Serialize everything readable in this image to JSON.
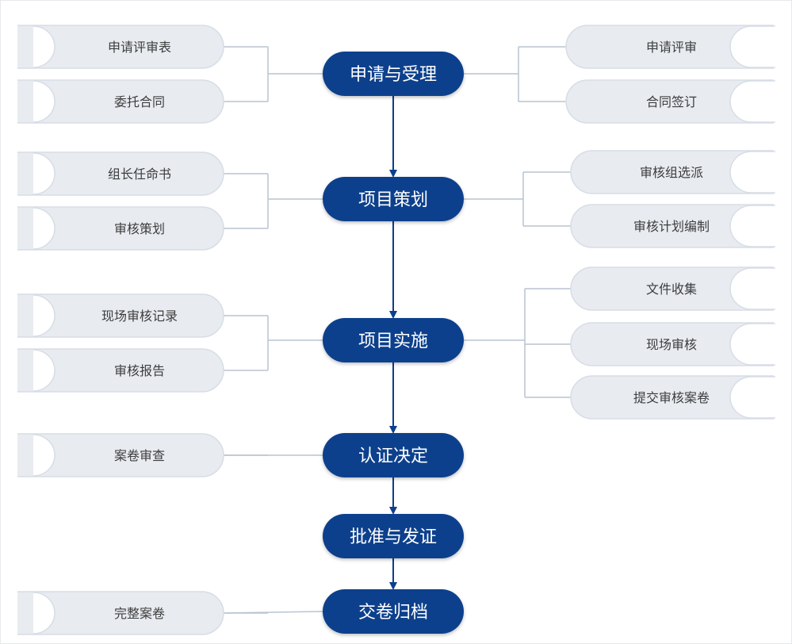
{
  "colors": {
    "step_fill": "#0d3f8c",
    "step_text": "#ffffff",
    "leaf_fill": "#e8ebf0",
    "leaf_stroke": "#d7dde6",
    "leaf_text": "#3d3d3d",
    "connector": "#b9c4d1",
    "arrow": "#0d3f8c"
  },
  "steps": [
    {
      "label": "申请与受理",
      "left": [
        "申请评审表",
        "委托合同"
      ],
      "right": [
        "申请评审",
        "合同签订"
      ]
    },
    {
      "label": "项目策划",
      "left": [
        "组长任命书",
        "审核策划"
      ],
      "right": [
        "审核组选派",
        "审核计划编制"
      ]
    },
    {
      "label": "项目实施",
      "left": [
        "现场审核记录",
        "审核报告"
      ],
      "right": [
        "文件收集",
        "现场审核",
        "提交审核案卷"
      ]
    },
    {
      "label": "认证决定",
      "left": [
        "案卷审查"
      ],
      "right": []
    },
    {
      "label": "批准与发证",
      "left": [],
      "right": []
    },
    {
      "label": "交卷归档",
      "left": [
        "完整案卷"
      ],
      "right": []
    }
  ]
}
